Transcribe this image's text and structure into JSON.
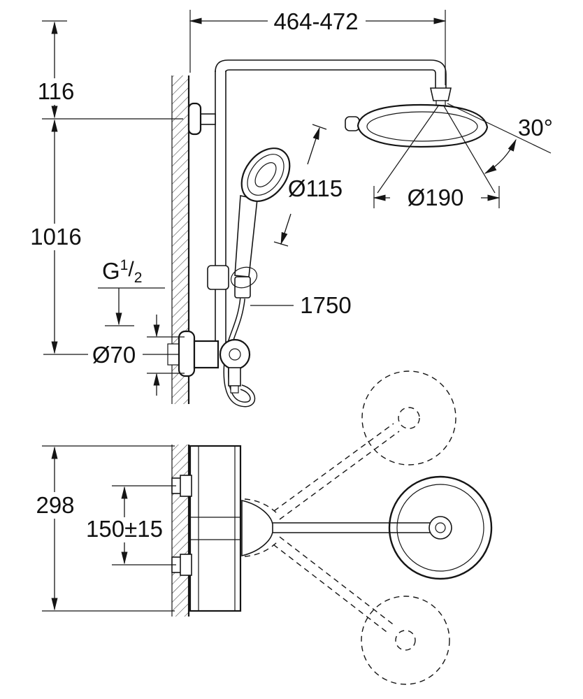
{
  "drawing": {
    "kind": "shower-system-dimension-drawing",
    "ink_color": "#151515",
    "background_color": "#ffffff"
  },
  "labels": {
    "width_range": "464-472",
    "wall_offset": "116",
    "riser_height": "1016",
    "thread_g": "G",
    "thread_num": "1",
    "thread_slash": "/",
    "thread_den": "2",
    "escutcheon_dia": "Ø70",
    "hose_length": "1750",
    "hand_shower_dia": "Ø115",
    "head_shower_dia": "Ø190",
    "head_angle": "30°",
    "body_height": "298",
    "inlet_spacing": "150±15"
  }
}
